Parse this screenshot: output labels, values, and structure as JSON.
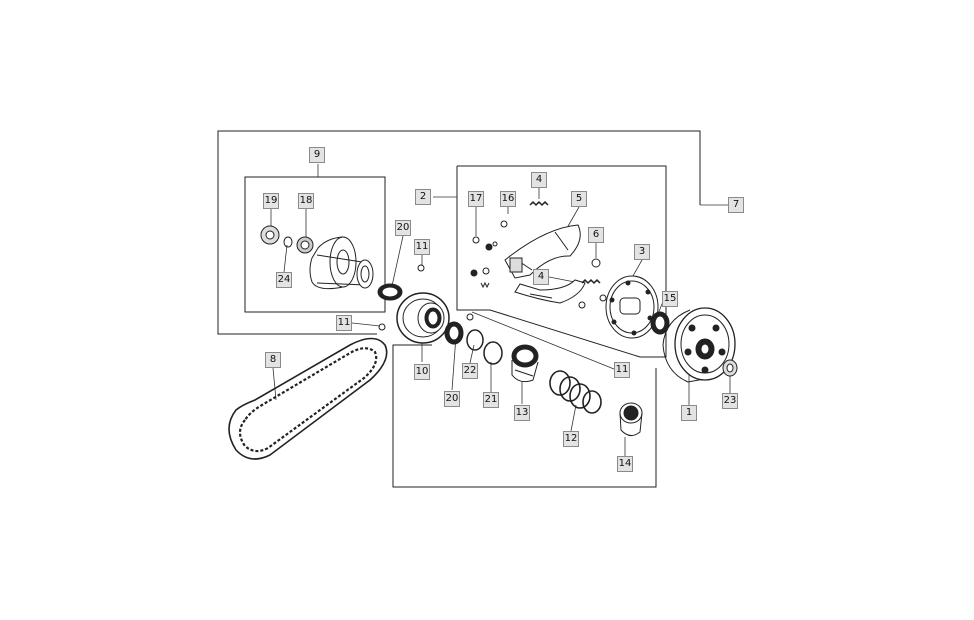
{
  "diagram": {
    "callouts": [
      {
        "id": "c1",
        "number": "1"
      },
      {
        "id": "c2",
        "number": "2"
      },
      {
        "id": "c3",
        "number": "3"
      },
      {
        "id": "c4a",
        "number": "4"
      },
      {
        "id": "c4b",
        "number": "4"
      },
      {
        "id": "c5",
        "number": "5"
      },
      {
        "id": "c6",
        "number": "6"
      },
      {
        "id": "c7",
        "number": "7"
      },
      {
        "id": "c8",
        "number": "8"
      },
      {
        "id": "c9",
        "number": "9"
      },
      {
        "id": "c10",
        "number": "10"
      },
      {
        "id": "c11a",
        "number": "11"
      },
      {
        "id": "c11b",
        "number": "11"
      },
      {
        "id": "c11c",
        "number": "11"
      },
      {
        "id": "c12",
        "number": "12"
      },
      {
        "id": "c13",
        "number": "13"
      },
      {
        "id": "c14",
        "number": "14"
      },
      {
        "id": "c15",
        "number": "15"
      },
      {
        "id": "c16",
        "number": "16"
      },
      {
        "id": "c17",
        "number": "17"
      },
      {
        "id": "c18",
        "number": "18"
      },
      {
        "id": "c19",
        "number": "19"
      },
      {
        "id": "c20a",
        "number": "20"
      },
      {
        "id": "c20b",
        "number": "20"
      },
      {
        "id": "c21",
        "number": "21"
      },
      {
        "id": "c22",
        "number": "22"
      },
      {
        "id": "c23",
        "number": "23"
      },
      {
        "id": "c24",
        "number": "24"
      }
    ]
  }
}
